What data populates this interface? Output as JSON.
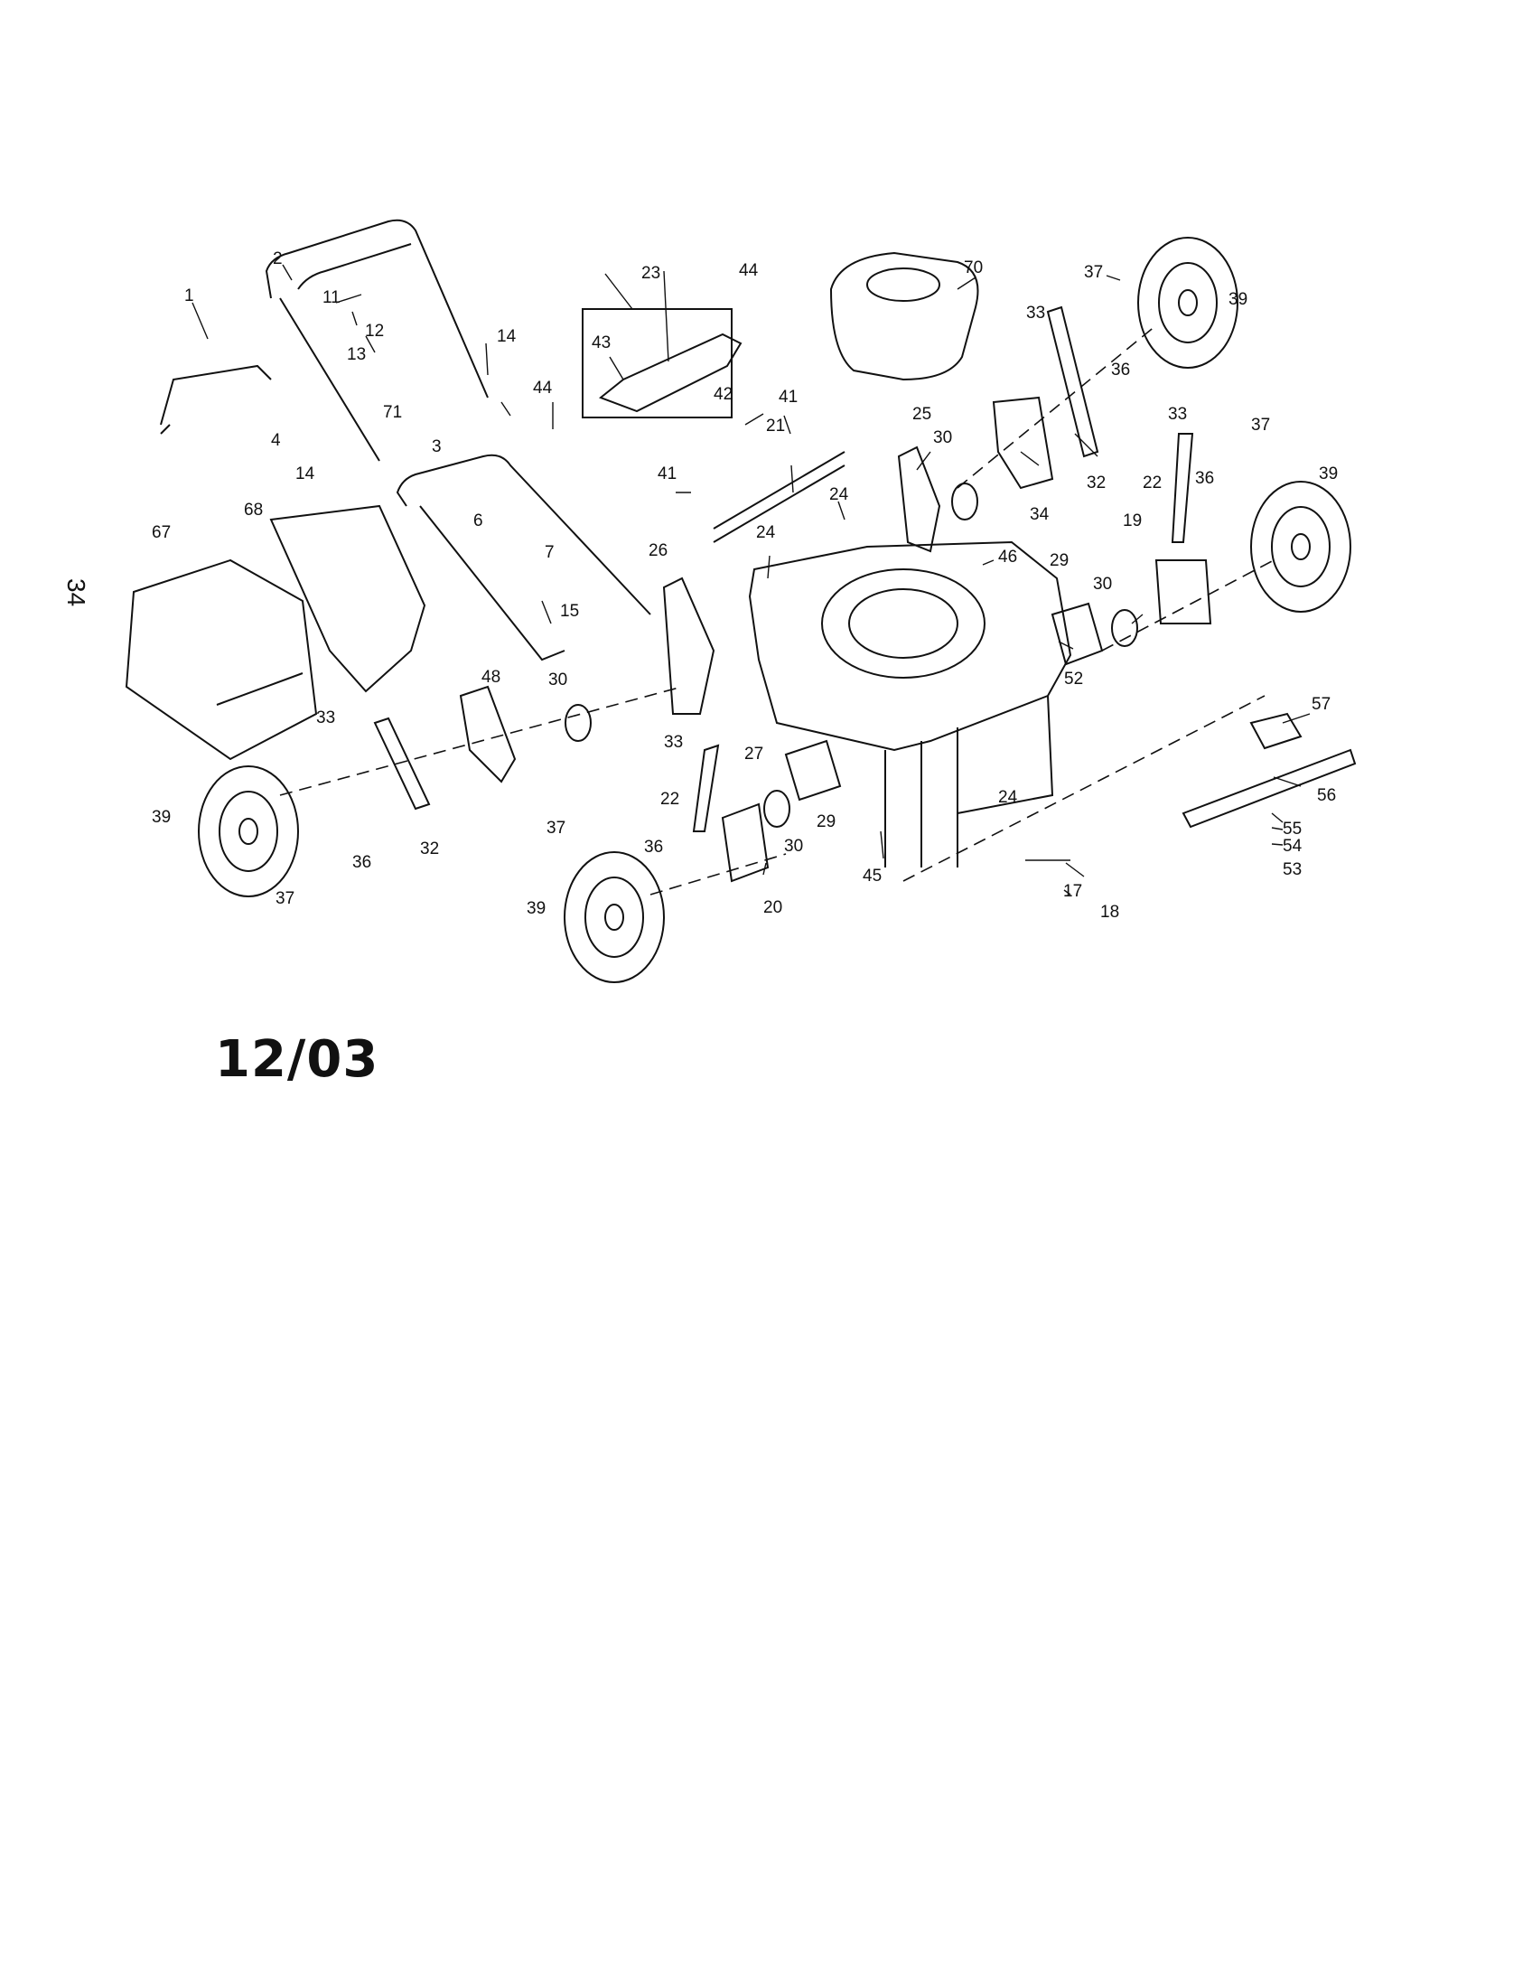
{
  "page_number": "34",
  "date_code": "12/03",
  "callout_labels": [
    "1",
    "2",
    "3",
    "4",
    "6",
    "7",
    "11",
    "12",
    "13",
    "14",
    "14",
    "15",
    "17",
    "18",
    "19",
    "20",
    "21",
    "22",
    "22",
    "23",
    "24",
    "24",
    "24",
    "25",
    "26",
    "27",
    "29",
    "29",
    "30",
    "30",
    "30",
    "30",
    "32",
    "32",
    "33",
    "33",
    "33",
    "33",
    "34",
    "36",
    "36",
    "36",
    "36",
    "37",
    "37",
    "37",
    "37",
    "39",
    "39",
    "39",
    "39",
    "41",
    "41",
    "42",
    "43",
    "44",
    "44",
    "45",
    "46",
    "48",
    "52",
    "53",
    "54",
    "55",
    "56",
    "57",
    "67",
    "68",
    "70",
    "71"
  ]
}
